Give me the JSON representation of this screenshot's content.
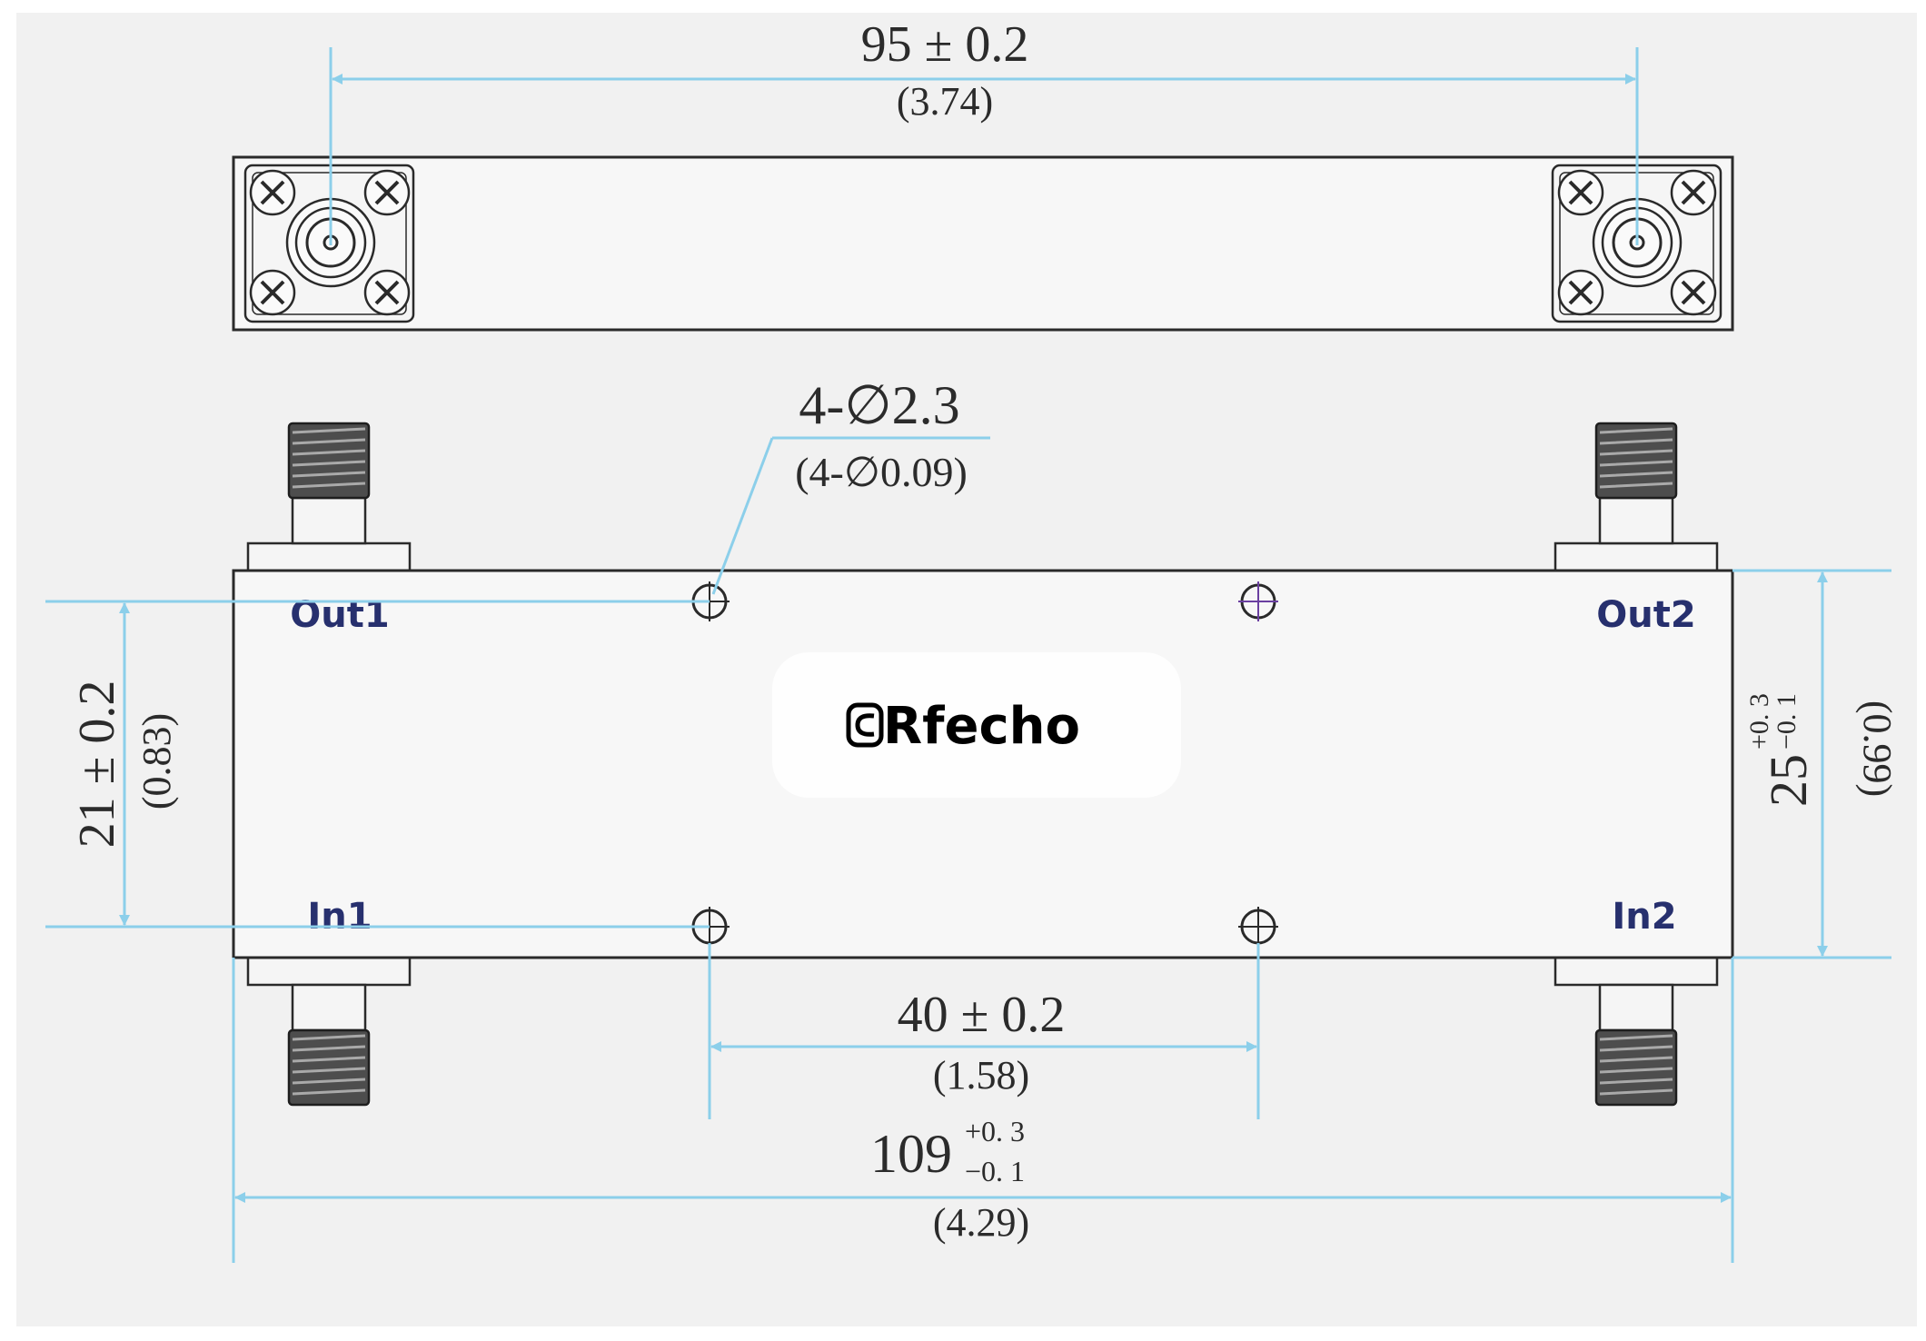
{
  "drawing": {
    "top_view": {
      "port_spacing": {
        "value": "95 ± 0.2",
        "inch": "(3.74)"
      }
    },
    "front_view": {
      "mount_holes": {
        "value": "4-∅2.3",
        "inch": "(4-∅0.09)"
      },
      "ports": {
        "out1": "Out1",
        "out2": "Out2",
        "in1": "In1",
        "in2": "In2"
      },
      "brand": "Rfecho",
      "hole_pitch_vertical": {
        "value": "21 ± 0.2",
        "inch": "(0.83)"
      },
      "height": {
        "value": "25",
        "tol_plus": "+0. 3",
        "tol_minus": "−0. 1",
        "inch": "(0.99)"
      },
      "hole_pitch_horizontal": {
        "value": "40 ± 0.2",
        "inch": "(1.58)"
      },
      "length": {
        "value": "109",
        "tol_plus": "+0. 3",
        "tol_minus": "−0. 1",
        "inch": "(4.29)"
      }
    }
  },
  "colors": {
    "dimension_line": "#8ccfea",
    "outline": "#2a2a2a",
    "body_fill": "#f7f7f7",
    "port_label": "#27306e"
  }
}
